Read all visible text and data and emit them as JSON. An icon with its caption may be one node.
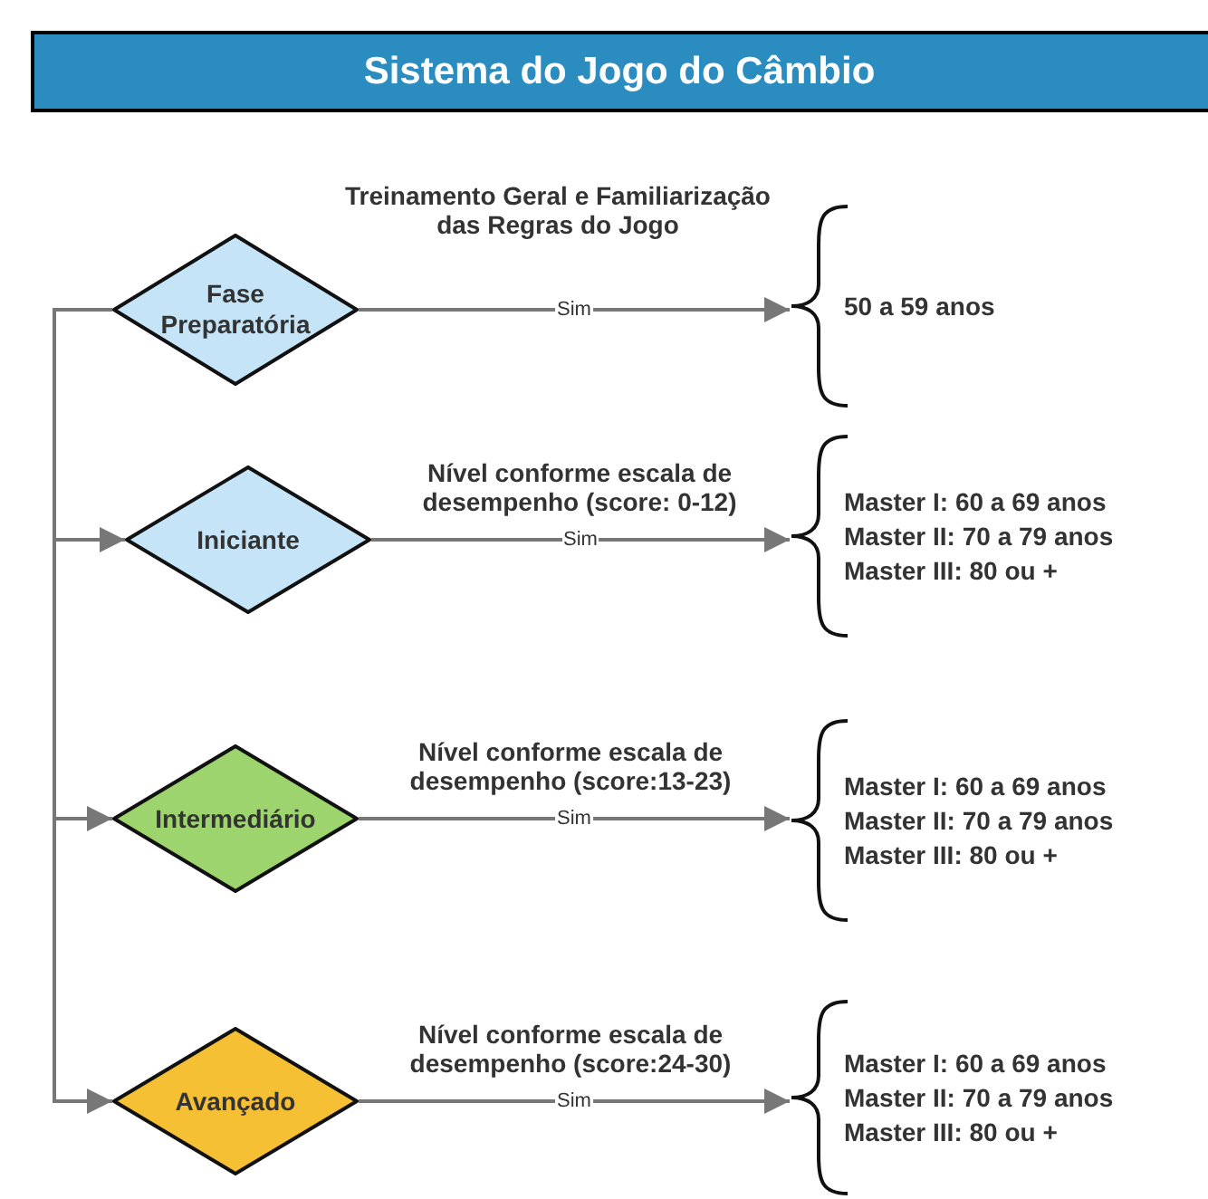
{
  "diagram": {
    "title": "Sistema do Jogo do Câmbio",
    "nodes": [
      {
        "text": [
          "Fase Preparatória"
        ]
      },
      {
        "text": [
          "Iniciante"
        ]
      },
      {
        "text": [
          "Intermediário"
        ]
      },
      {
        "text": [
          "Avançado"
        ]
      },
      {
        "text": [
          "50 a 59 anos"
        ]
      },
      {
        "text": [
          "Master I: 60 a 69 anos",
          "Master II: 70 a 79 anos",
          "Master III: 80 ou +"
        ]
      },
      {
        "text": [
          "Master I: 60 a 69 anos",
          "Master II: 70 a 79 anos",
          "Master III: 80 ou +"
        ]
      },
      {
        "text": [
          "Master I: 60 a 69 anos",
          "Master II: 70 a 79 anos",
          "Master III: 80 ou +"
        ]
      }
    ],
    "edges": [
      {
        "from": 0,
        "to": 4,
        "arrow": "to",
        "label": "Sim"
      },
      {
        "from": 1,
        "to": 5,
        "arrow": "to",
        "label": "Sim"
      },
      {
        "from": 2,
        "to": 6,
        "arrow": "to",
        "label": "Sim"
      },
      {
        "from": 3,
        "to": 7,
        "arrow": "to",
        "label": "Sim"
      },
      {
        "from": 0,
        "to": 1,
        "arrow": "to"
      },
      {
        "from": 0,
        "to": 2,
        "arrow": "to"
      },
      {
        "from": 0,
        "to": 3,
        "arrow": "to"
      }
    ],
    "labels": [
      "Treinamento Geral e Familiarização das Regras do Jogo",
      "Nível conforme escala de desempenho (score: 0-12)",
      "Nível conforme escala de desempenho (score:13-23)",
      "Nível conforme escala de desempenho (score:24-30)"
    ]
  }
}
